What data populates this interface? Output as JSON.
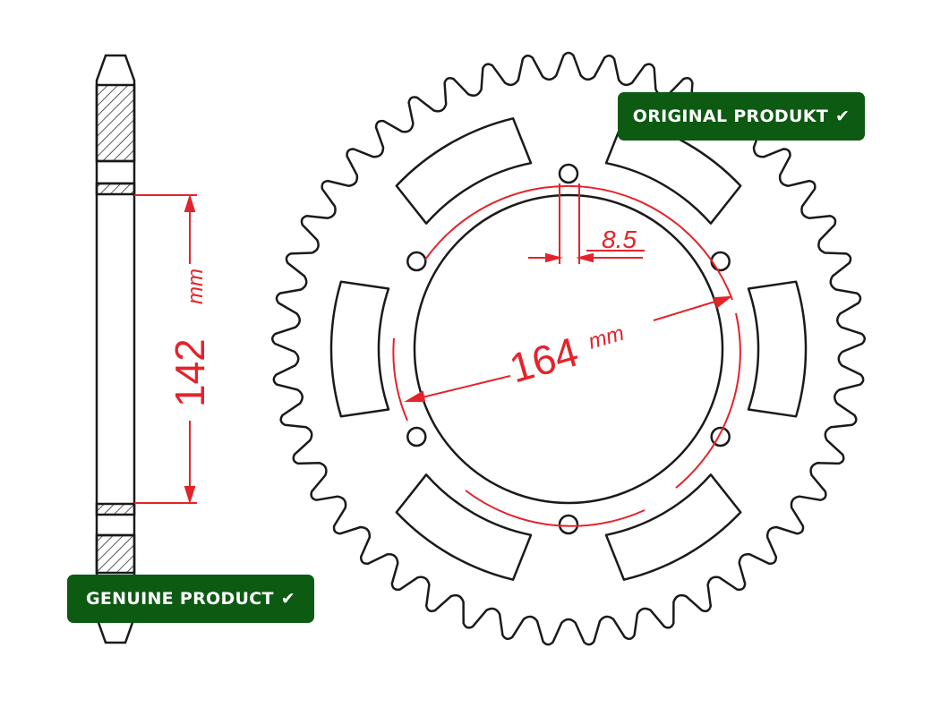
{
  "badges": {
    "original": {
      "label": "ORIGINAL PRODUKT",
      "icon": "check-icon"
    },
    "genuine": {
      "label": "GENUINE PRODUCT",
      "icon": "check-icon"
    }
  },
  "dimensions": {
    "width_value": "142",
    "width_unit": "mm",
    "bolt_circle_value": "164",
    "bolt_circle_unit": "mm",
    "hole_value": "8.5"
  },
  "colors": {
    "badge": "#0d5a13",
    "dimension": "#e4232b",
    "outline": "#1a1a1a"
  },
  "sprocket": {
    "teeth": 45,
    "bolt_holes": 6
  }
}
